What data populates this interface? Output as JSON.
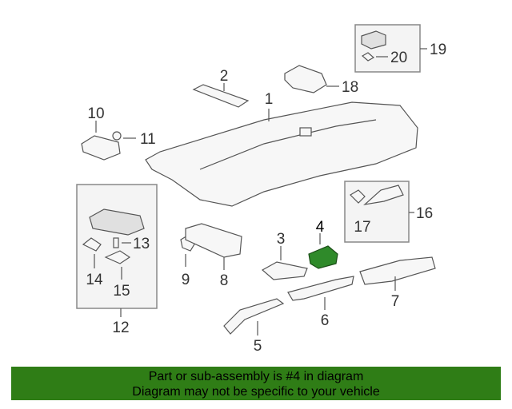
{
  "callouts": {
    "c1": "1",
    "c2": "2",
    "c3": "3",
    "c4": "4",
    "c5": "5",
    "c6": "6",
    "c7": "7",
    "c8": "8",
    "c9": "9",
    "c10": "10",
    "c11": "11",
    "c12": "12",
    "c13": "13",
    "c14": "14",
    "c15": "15",
    "c16": "16",
    "c17": "17",
    "c18": "18",
    "c19": "19",
    "c20": "20"
  },
  "highlight": {
    "part": "4",
    "color": "#2f8a2a"
  },
  "footer": {
    "line1": "Part or sub-assembly is #4 in diagram",
    "line2": "Diagram may not be specific to your vehicle",
    "background": "#2f7d16"
  }
}
